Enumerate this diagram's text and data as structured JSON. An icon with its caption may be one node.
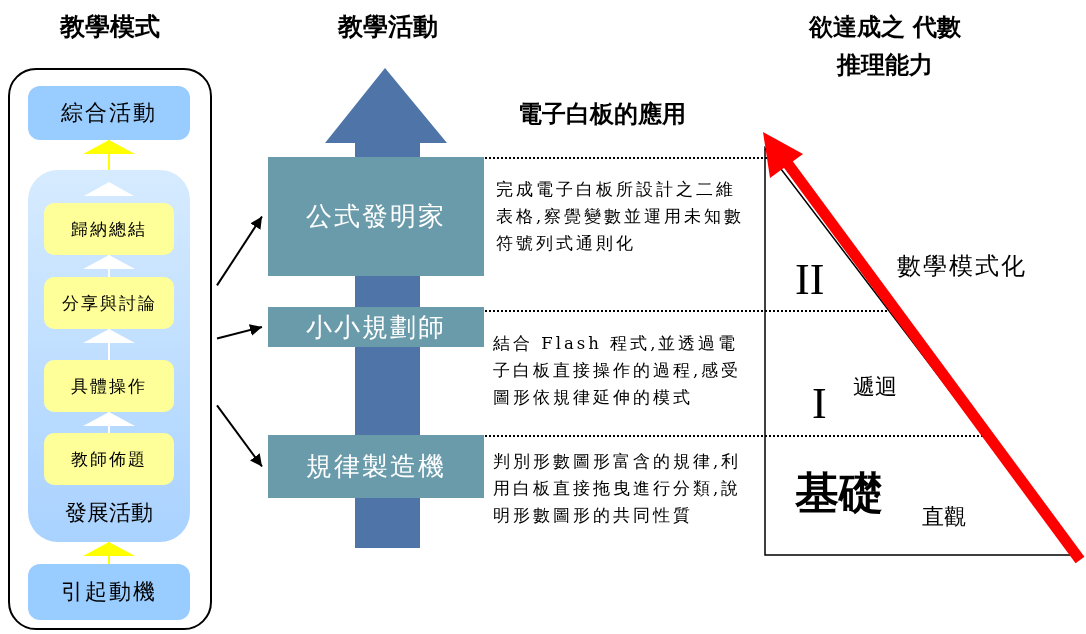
{
  "diagram": {
    "nodes": [
      {
        "text": [
          "教學模式"
        ]
      },
      {
        "text": [
          "綜合活動"
        ],
        "in": 0
      },
      {
        "text": [
          "發展活動"
        ],
        "in": 0
      },
      {
        "text": [
          "歸納總結"
        ],
        "in": 2
      },
      {
        "text": [
          "分享與討論"
        ],
        "in": 2
      },
      {
        "text": [
          "具體操作"
        ],
        "in": 2
      },
      {
        "text": [
          "教師佈題"
        ],
        "in": 2
      },
      {
        "text": [
          "引起動機"
        ],
        "in": 0
      },
      {
        "text": [
          "教學活動"
        ]
      },
      {
        "text": [
          "公式發明家"
        ],
        "beside": [
          "完成電子白板所設計之二維表格,察覺變數並運用未知數符號列式通則化"
        ]
      },
      {
        "text": [
          "小小規劃師"
        ],
        "beside": [
          "結合 Flash 程式,並透過電子白板直接操作的過程,感受圖形依規律延伸的模式"
        ]
      },
      {
        "text": [
          "規律製造機"
        ],
        "beside": [
          "判別形數圖形富含的規律,利用白板直接拖曳進行分類,說明形數圖形的共同性質"
        ]
      }
    ],
    "edges": [
      {
        "from": 2,
        "to": 1,
        "arrow": "to",
        "color": "#ffff00"
      },
      {
        "from": 4,
        "to": 3,
        "arrow": "to",
        "color": "#ffffff"
      },
      {
        "from": 5,
        "to": 4,
        "arrow": "to",
        "color": "#ffffff"
      },
      {
        "from": 6,
        "to": 5,
        "arrow": "to",
        "color": "#ffffff"
      },
      {
        "from": 7,
        "to": 2,
        "arrow": "to",
        "color": "#ffff00"
      },
      {
        "from": 0,
        "to": 9,
        "arrow": "to",
        "color": "#000000"
      },
      {
        "from": 0,
        "to": 10,
        "arrow": "to",
        "color": "#000000"
      },
      {
        "from": 0,
        "to": 11,
        "arrow": "to",
        "color": "#000000"
      }
    ],
    "labels": [
      "欲達成之 代數推理能力",
      "電子白板的應用",
      "II",
      "數學模式化",
      "I",
      "遞迴",
      "基礎",
      "直觀"
    ]
  }
}
